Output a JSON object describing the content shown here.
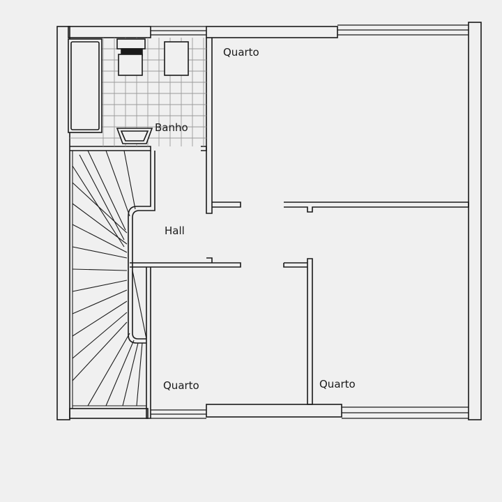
{
  "rooms": {
    "quarto_top": "Quarto",
    "banho": "Banho",
    "hall": "Hall",
    "quarto_bottom_left": "Quarto",
    "quarto_bottom_right": "Quarto"
  },
  "colors": {
    "background": "#f0f0f0",
    "wall": "#1a1a1a",
    "tile": "#9a9a9a"
  }
}
